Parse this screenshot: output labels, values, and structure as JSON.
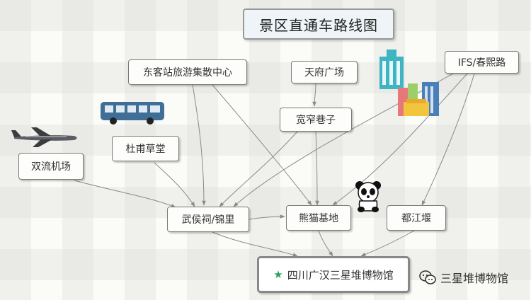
{
  "title": "景区直通车路线图",
  "nodes": {
    "east_station": "东客站旅游集散中心",
    "tianfu": "天府广场",
    "ifs": "IFS/春熙路",
    "kuanzhai": "宽窄巷子",
    "dufu": "杜甫草堂",
    "airport": "双流机场",
    "wuhou": "武侯祠/锦里",
    "panda": "熊猫基地",
    "dujiang": "都江堰",
    "museum": "四川广汉三星堆博物馆"
  },
  "watermark": "三星堆博物馆",
  "colors": {
    "edge": "#8a8a8a",
    "star": "#2e9e5a",
    "bus": "#3f6f96",
    "building_teal": "#3fb5c4"
  },
  "icons": [
    "airplane-icon",
    "bus-icon",
    "buildings-icon",
    "panda-icon",
    "star-icon",
    "wechat-icon"
  ]
}
